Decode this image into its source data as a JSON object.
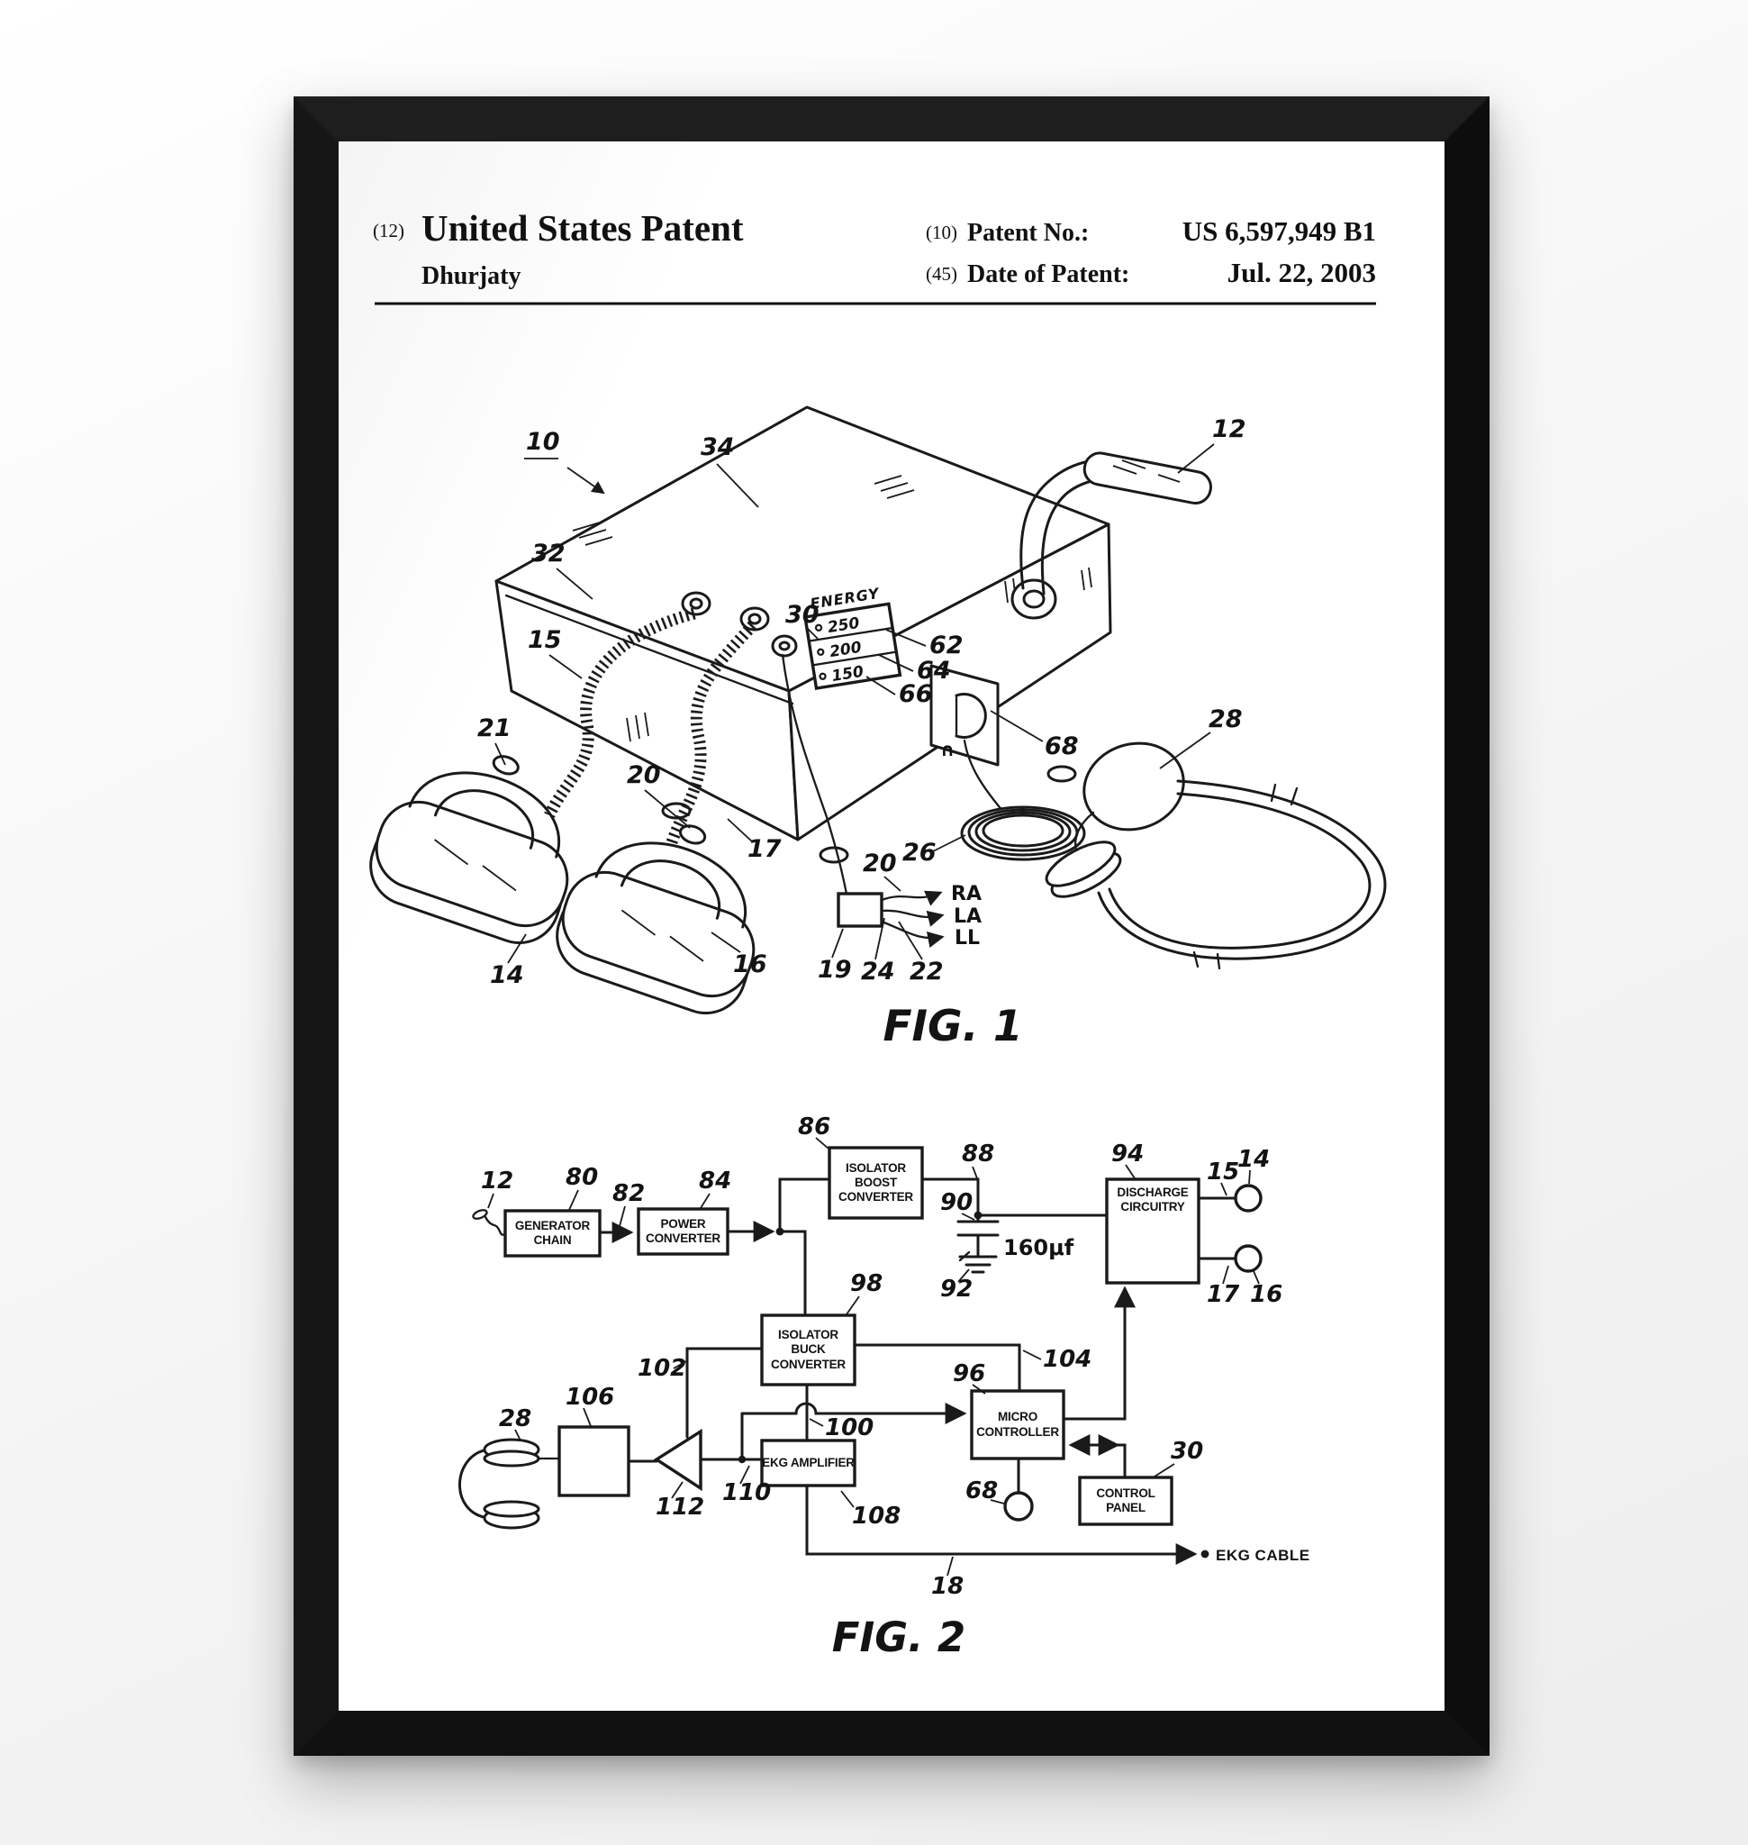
{
  "header": {
    "kind_code": "(12)",
    "title": "United States Patent",
    "inventor": "Dhurjaty",
    "patent_no_code": "(10)",
    "patent_no_field": "Patent No.:",
    "patent_no_value": "US 6,597,949 B1",
    "date_code": "(45)",
    "date_field": "Date of Patent:",
    "date_value": "Jul. 22, 2003"
  },
  "fig1": {
    "caption": "FIG. 1",
    "energy": {
      "title": "ENERGY",
      "levels": [
        "250",
        "200",
        "150"
      ]
    },
    "knob_symbol": "∩",
    "leads": {
      "ra": "RA",
      "la": "LA",
      "ll": "LL"
    },
    "refs": {
      "n10": "10",
      "n34": "34",
      "n12": "12",
      "n32": "32",
      "n15": "15",
      "n21": "21",
      "n20a": "20",
      "n17": "17",
      "n14": "14",
      "n16": "16",
      "n30": "30",
      "n62": "62",
      "n64": "64",
      "n66": "66",
      "n68": "68",
      "n26": "26",
      "n20b": "20",
      "n19": "19",
      "n24": "24",
      "n22": "22",
      "n28": "28"
    }
  },
  "fig2": {
    "caption": "FIG. 2",
    "blocks": {
      "generator": "GENERATOR CHAIN",
      "power": "POWER CONVERTER",
      "boost": "ISOLATOR BOOST CONVERTER",
      "discharge": "DISCHARGE CIRCUITRY",
      "buck": "ISOLATOR BUCK CONVERTER",
      "micro": "MICRO CONTROLLER",
      "ekg": "EKG AMPLIFIER",
      "control": "CONTROL PANEL"
    },
    "capacitor_value": "160μf",
    "ekg_cable_label": "EKG CABLE",
    "refs": {
      "n12": "12",
      "n80": "80",
      "n82": "82",
      "n84": "84",
      "n86": "86",
      "n88": "88",
      "n90": "90",
      "n92": "92",
      "n94": "94",
      "n96": "96",
      "n98": "98",
      "n100": "100",
      "n102": "102",
      "n104": "104",
      "n106": "106",
      "n108": "108",
      "n110": "110",
      "n112": "112",
      "n14": "14",
      "n15": "15",
      "n16": "16",
      "n17": "17",
      "n18": "18",
      "n28": "28",
      "n30": "30",
      "n68": "68"
    }
  },
  "colors": {
    "frame": "#141414",
    "paper": "#ffffff",
    "ink": "#1a1a1a",
    "background": "#f2f2f3"
  }
}
